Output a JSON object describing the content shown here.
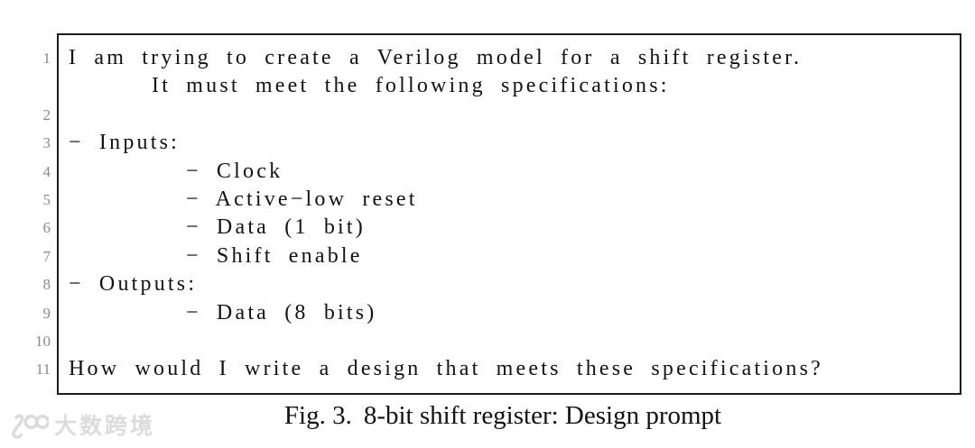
{
  "colors": {
    "border": "#1c1c1c",
    "text": "#121212",
    "line_number": "#8a8a8a",
    "watermark": "#dcdcdc"
  },
  "listing": {
    "lines": [
      {
        "num": "1",
        "indent": 0,
        "text": "I am trying to create a Verilog model for a shift register."
      },
      {
        "num": "",
        "indent": 1,
        "text": "It must meet the following specifications:"
      },
      {
        "num": "2",
        "indent": 0,
        "text": ""
      },
      {
        "num": "3",
        "indent": 0,
        "text": "− Inputs:"
      },
      {
        "num": "4",
        "indent": 2,
        "text": "− Clock"
      },
      {
        "num": "5",
        "indent": 2,
        "text": "− Active−low reset"
      },
      {
        "num": "6",
        "indent": 2,
        "text": "− Data (1 bit)"
      },
      {
        "num": "7",
        "indent": 2,
        "text": "− Shift enable"
      },
      {
        "num": "8",
        "indent": 0,
        "text": "− Outputs:"
      },
      {
        "num": "9",
        "indent": 2,
        "text": "− Data (8 bits)"
      },
      {
        "num": "10",
        "indent": 0,
        "text": ""
      },
      {
        "num": "11",
        "indent": 0,
        "text": "How would I write a design that meets these specifications?"
      }
    ]
  },
  "caption": {
    "label": "Fig. 3.",
    "text": "8-bit shift register: Design prompt"
  },
  "watermark": {
    "logo": "100-logo",
    "text": "大数跨境"
  }
}
